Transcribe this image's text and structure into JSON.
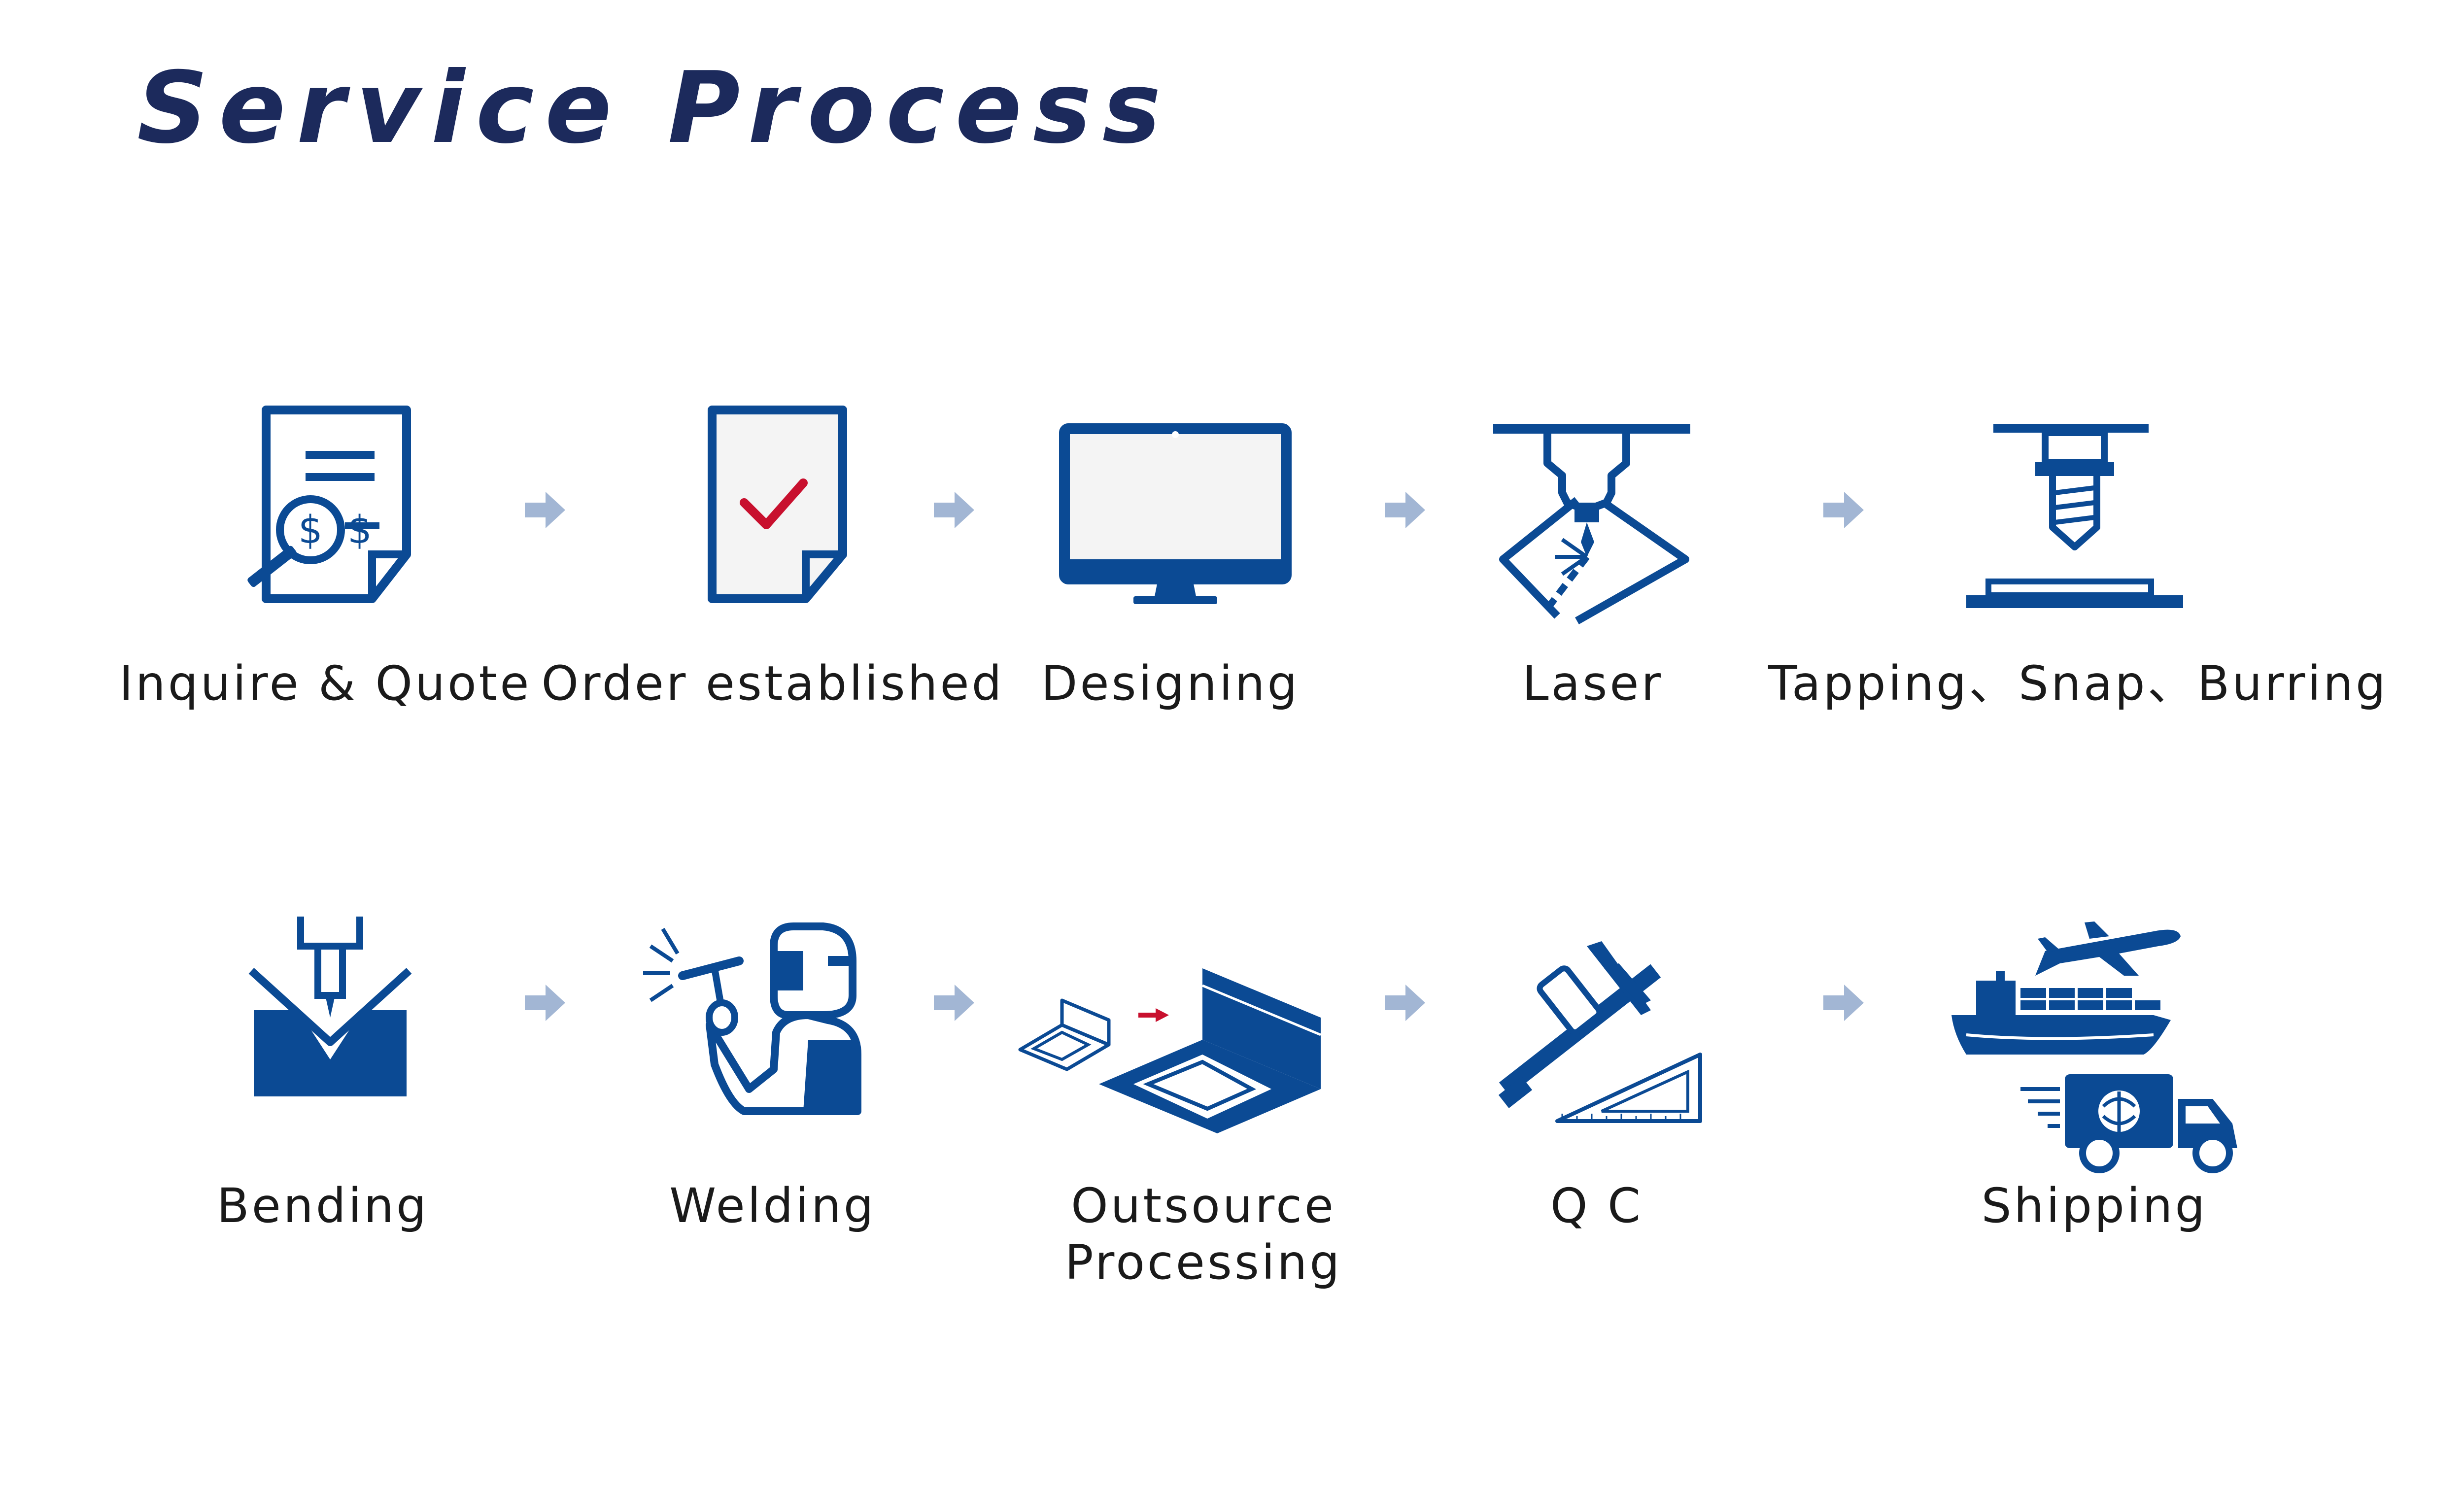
{
  "title": "Service Process",
  "colors": {
    "primary": "#0b4a94",
    "arrow": "#a2b6d4",
    "accent_red": "#c8102e",
    "text": "#1a1a1a",
    "title": "#1c2a5c"
  },
  "steps": [
    {
      "label": "Inquire & Quote",
      "icon": "document-search-dollar-icon"
    },
    {
      "label": "Order established",
      "icon": "document-check-icon"
    },
    {
      "label": "Designing",
      "icon": "monitor-icon"
    },
    {
      "label": "Laser",
      "icon": "laser-cutter-icon"
    },
    {
      "label": "Tapping、Snap、Burring",
      "icon": "tapping-machine-icon"
    },
    {
      "label": "Bending",
      "icon": "press-brake-icon"
    },
    {
      "label": "Welding",
      "icon": "welder-icon"
    },
    {
      "label_lines": [
        "Outsource",
        "Processing"
      ],
      "icon": "sheet-metal-parts-icon"
    },
    {
      "label": "Q C",
      "icon": "caliper-ruler-icon"
    },
    {
      "label": "Shipping",
      "icon": "ship-plane-truck-icon"
    }
  ]
}
